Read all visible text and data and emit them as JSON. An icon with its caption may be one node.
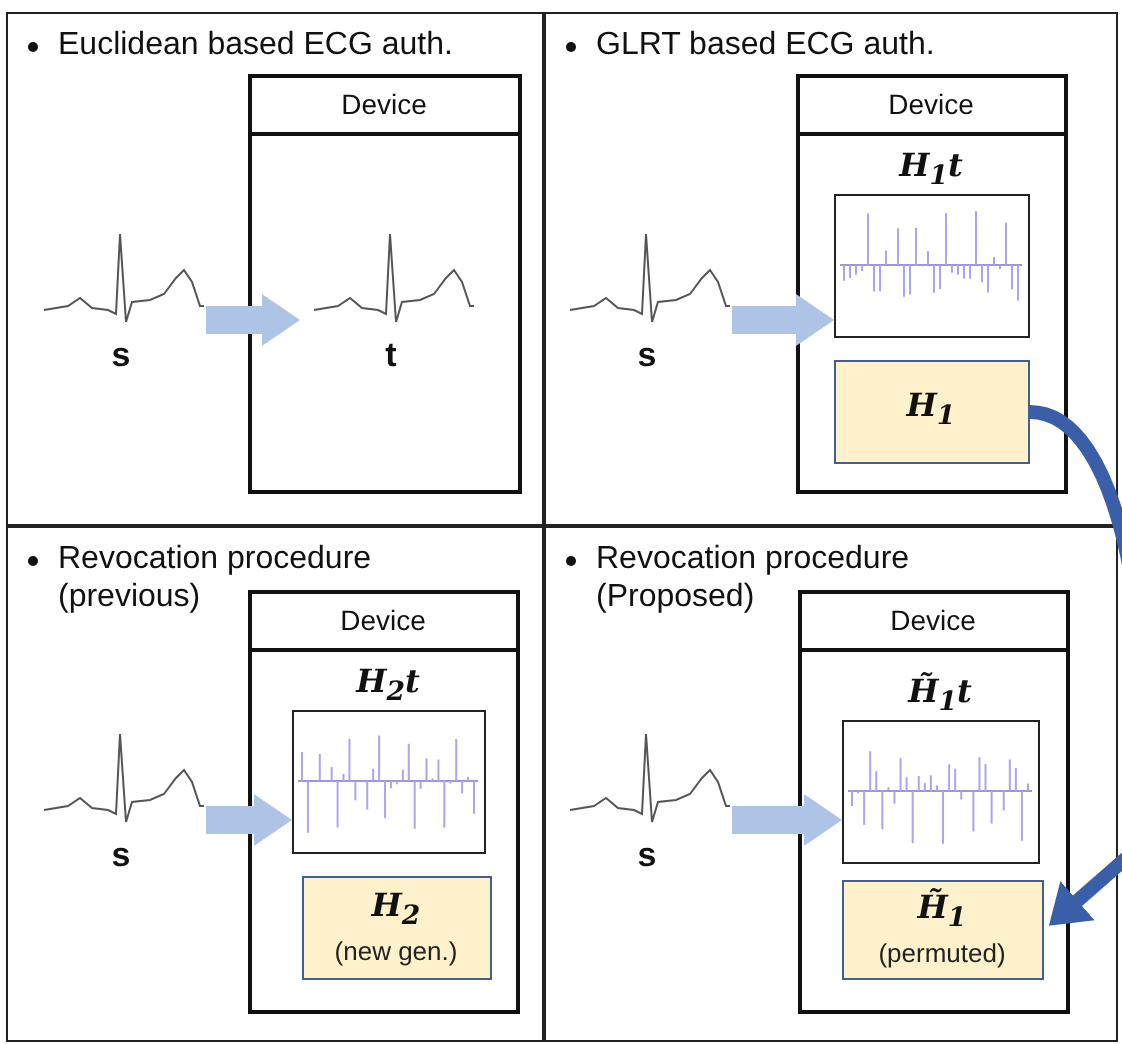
{
  "diagram": {
    "nodes": [
      {
        "text": [
          "Euclidean based ECG auth."
        ]
      },
      {
        "text": [
          "s"
        ],
        "in": 0
      },
      {
        "text": [
          "Device"
        ],
        "in": 0
      },
      {
        "text": [
          "t"
        ],
        "in": 2
      },
      {
        "text": [
          "GLRT based ECG auth."
        ]
      },
      {
        "text": [
          "s"
        ],
        "in": 4
      },
      {
        "text": [
          "Device"
        ],
        "in": 4
      },
      {
        "text": [
          "H$_{1}$t"
        ],
        "in": 6
      },
      {
        "text": [
          "H$_{1}$"
        ],
        "in": 6
      },
      {
        "text": [
          "Revocation procedure (previous)"
        ]
      },
      {
        "text": [
          "s"
        ],
        "in": 9
      },
      {
        "text": [
          "Device"
        ],
        "in": 9
      },
      {
        "text": [
          "H$_{2}$t"
        ],
        "in": 11
      },
      {
        "text": [
          "H$_{2}$",
          "(new gen.)"
        ],
        "in": 11
      },
      {
        "text": [
          "Revocation procedure (Proposed)"
        ]
      },
      {
        "text": [
          "s"
        ],
        "in": 14
      },
      {
        "text": [
          "Device"
        ],
        "in": 14
      },
      {
        "text": [
          "H̃$_{1}$t"
        ],
        "in": 16
      },
      {
        "text": [
          "H̃$_{1}$",
          "(permuted)"
        ],
        "in": 16
      }
    ],
    "edges": [
      {
        "from": 1,
        "to": 3,
        "arrow": "to"
      },
      {
        "from": 5,
        "to": 7,
        "arrow": "to"
      },
      {
        "from": 10,
        "to": 12,
        "arrow": "to"
      },
      {
        "from": 15,
        "to": 17,
        "arrow": "to"
      },
      {
        "from": 8,
        "to": 18,
        "arrow": "to",
        "color": "#3a5fa8"
      }
    ]
  }
}
